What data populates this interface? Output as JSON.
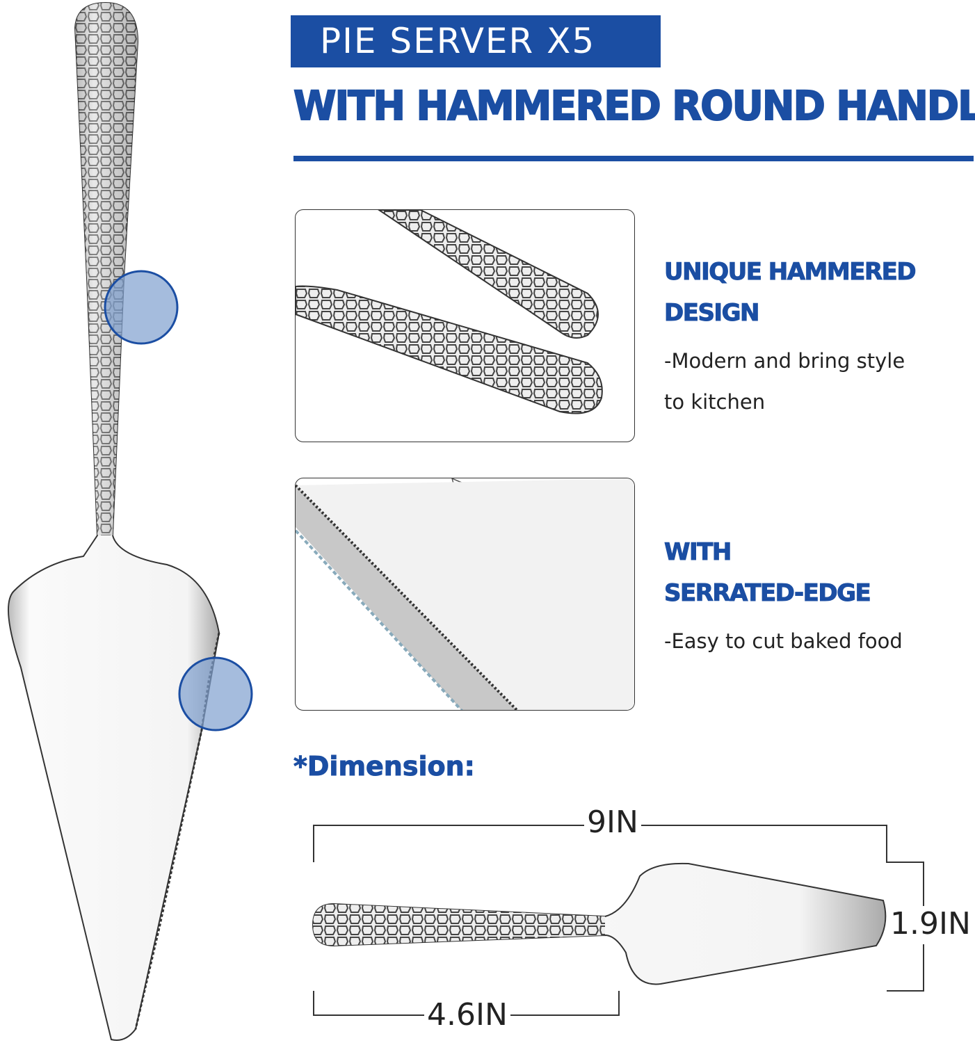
{
  "header": {
    "badge": "PIE SERVER X5",
    "title": "WITH HAMMERED ROUND HANDLE"
  },
  "features": [
    {
      "heading_line1": "UNIQUE HAMMERED",
      "heading_line2": "DESIGN",
      "desc_line1": "-Modern and bring style",
      "desc_line2": "to kitchen"
    },
    {
      "heading_line1": "WITH",
      "heading_line2": "SERRATED-EDGE",
      "desc_line1": "-Easy to cut baked food"
    }
  ],
  "dimension": {
    "heading": "*Dimension:",
    "length": "9IN",
    "width": "1.9IN",
    "handle_length": "4.6IN"
  },
  "colors": {
    "brand_blue": "#1b4ea3",
    "highlight_circle": "#7f9fcf"
  }
}
